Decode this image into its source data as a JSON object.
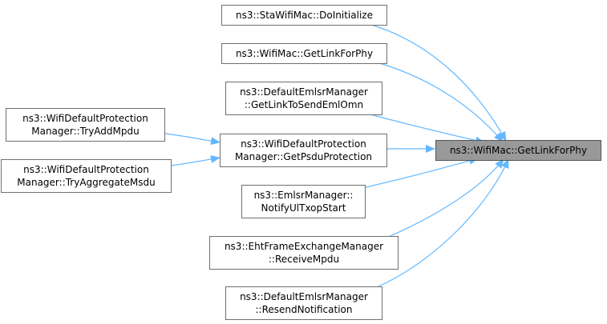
{
  "target": {
    "label": "ns3::WifiMac::GetLinkForPhy"
  },
  "callers": [
    {
      "line1": "ns3::StaWifiMac::DoInitialize",
      "line2": ""
    },
    {
      "line1": "ns3::WifiMac::GetLinkForPhy",
      "line2": ""
    },
    {
      "line1": "ns3::DefaultEmlsrManager",
      "line2": "::GetLinkToSendEmlOmn"
    },
    {
      "line1": "ns3::WifiDefaultProtection",
      "line2": "Manager::GetPsduProtection"
    },
    {
      "line1": "ns3::EmlsrManager::",
      "line2": "NotifyUlTxopStart"
    },
    {
      "line1": "ns3::EhtFrameExchangeManager",
      "line2": "::ReceiveMpdu"
    },
    {
      "line1": "ns3::DefaultEmlsrManager",
      "line2": "::ResendNotification"
    }
  ],
  "secondary_callers": [
    {
      "line1": "ns3::WifiDefaultProtection",
      "line2": "Manager::TryAddMpdu"
    },
    {
      "line1": "ns3::WifiDefaultProtection",
      "line2": "Manager::TryAggregateMsdu"
    }
  ],
  "colors": {
    "edge": "#63b8ff",
    "node_border": "#6f6f6f",
    "target_fill": "#999999"
  }
}
